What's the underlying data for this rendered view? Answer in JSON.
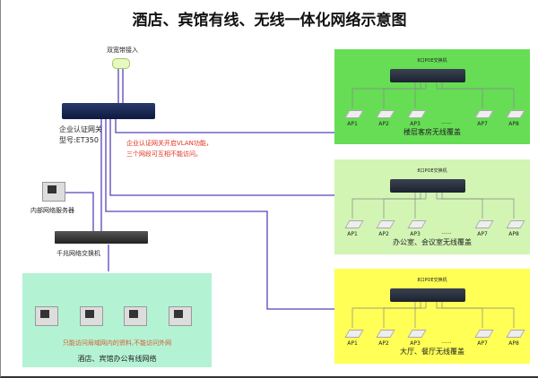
{
  "title": "酒店、宾馆有线、无线一体化网络示意图",
  "broadband_label": "双宽带接入",
  "gateway": {
    "name": "企业认证网关",
    "model": "型号:ET350"
  },
  "vlan_note": [
    "企业认证网关开启VLAN功能，",
    "三个网段可互相不能访问。"
  ],
  "server_label": "内部网络服务器",
  "switch_label": "千兆网络交换机",
  "wired": {
    "note": "只能访问局域网内的资料,不能访问外网",
    "caption": "酒店、宾馆办公有线网络"
  },
  "wireless": [
    {
      "switch": "8口POE交换机",
      "aps": [
        "AP1",
        "AP2",
        "AP3",
        "······",
        "AP7",
        "AP8"
      ],
      "caption": "楼层客房无线覆盖",
      "color": "#66dd55"
    },
    {
      "switch": "8口POE交换机",
      "aps": [
        "AP1",
        "AP2",
        "AP3",
        "······",
        "AP7",
        "AP8"
      ],
      "caption": "办公室、会议室无线覆盖",
      "color": "#d2f5b4"
    },
    {
      "switch": "8口POE交换机",
      "aps": [
        "AP1",
        "AP2",
        "AP3",
        "······",
        "AP7",
        "AP8"
      ],
      "caption": "大厅、餐厅无线覆盖",
      "color": "#ffff55"
    }
  ],
  "colors": {
    "line": "#5544bb",
    "wired_bg": "#b4f2d4"
  }
}
